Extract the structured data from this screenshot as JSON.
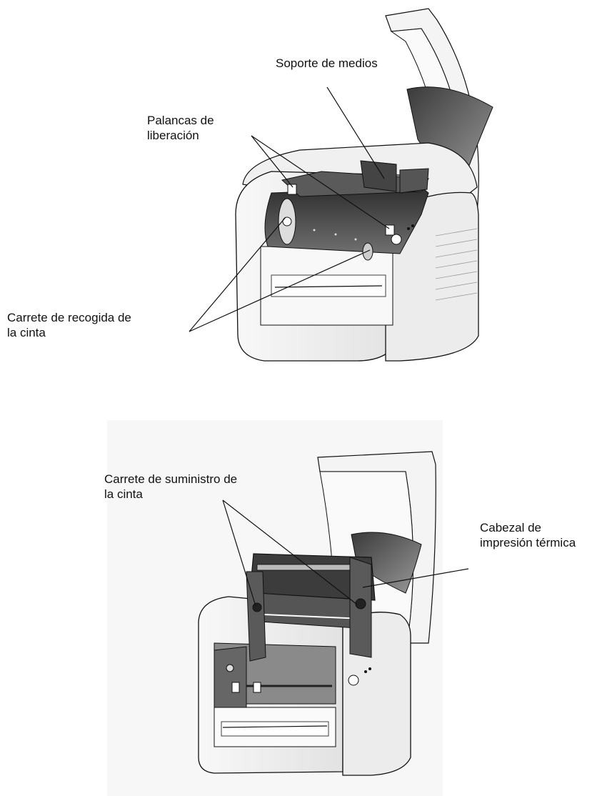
{
  "figure_top": {
    "labels": {
      "media_holder": "Soporte de medios",
      "release_levers": [
        "Palancas de",
        "liberación"
      ],
      "ribbon_takeup": [
        "Carrete de recogida de",
        "la cinta"
      ]
    }
  },
  "figure_bottom": {
    "labels": {
      "ribbon_supply": [
        "Carrete de suministro de",
        "la cinta"
      ],
      "thermal_head": [
        "Cabezal de",
        "impresión térmica"
      ]
    }
  },
  "colors": {
    "line": "#111111",
    "printer_body": "#f4f4f4",
    "printer_dark": "#4a4a4a",
    "printer_mid": "#7a7a7a",
    "bottom_background": "#f7f7f7"
  }
}
